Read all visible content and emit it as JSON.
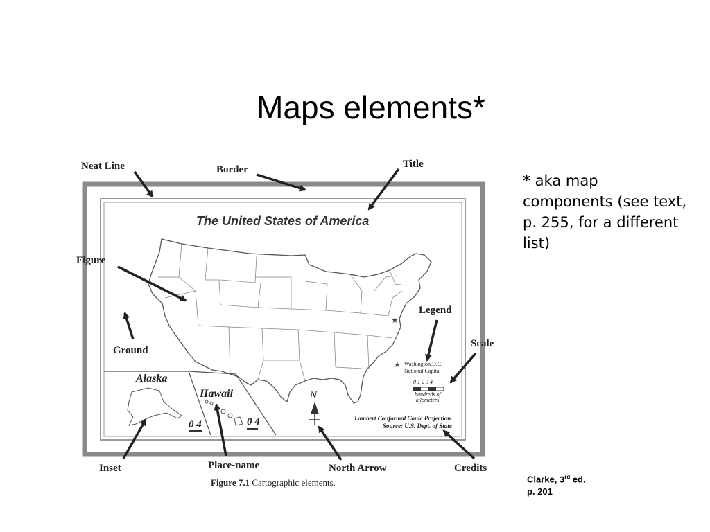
{
  "slide": {
    "title": "Maps elements*",
    "note_star": "*",
    "note_text": " aka map components (see text, p. 255, for a different list)",
    "citation_line1_a": "Clarke, 3",
    "citation_sup": "rd",
    "citation_line1_b": " ed.",
    "citation_line2": "p. 201"
  },
  "figure": {
    "map_title": "The United States of America",
    "labels": {
      "neat_line": "Neat Line",
      "border": "Border",
      "title": "Title",
      "figure": "Figure",
      "ground": "Ground",
      "legend": "Legend",
      "scale": "Scale",
      "inset": "Inset",
      "place_name": "Place-name",
      "north_arrow": "North Arrow",
      "credits": "Credits"
    },
    "inset_alaska": "Alaska",
    "inset_hawaii": "Hawaii",
    "alaska_scale": "0  4",
    "hawaii_scale": "0 4",
    "north_letter": "N",
    "legend_text_1": "Washington,D.C.",
    "legend_text_2": "National Capital",
    "scale_ticks": "0  1  2  3  4",
    "scale_units_1": "hundreds of",
    "scale_units_2": "kilometers",
    "projection": "Lambert Conformal Conic Projection",
    "source": "Source: U.S. Dept. of State",
    "caption_bold": "Figure 7.1",
    "caption_text": " Cartographic elements."
  },
  "colors": {
    "border_gray": "#8a8a8a",
    "arrow": "#222222"
  }
}
